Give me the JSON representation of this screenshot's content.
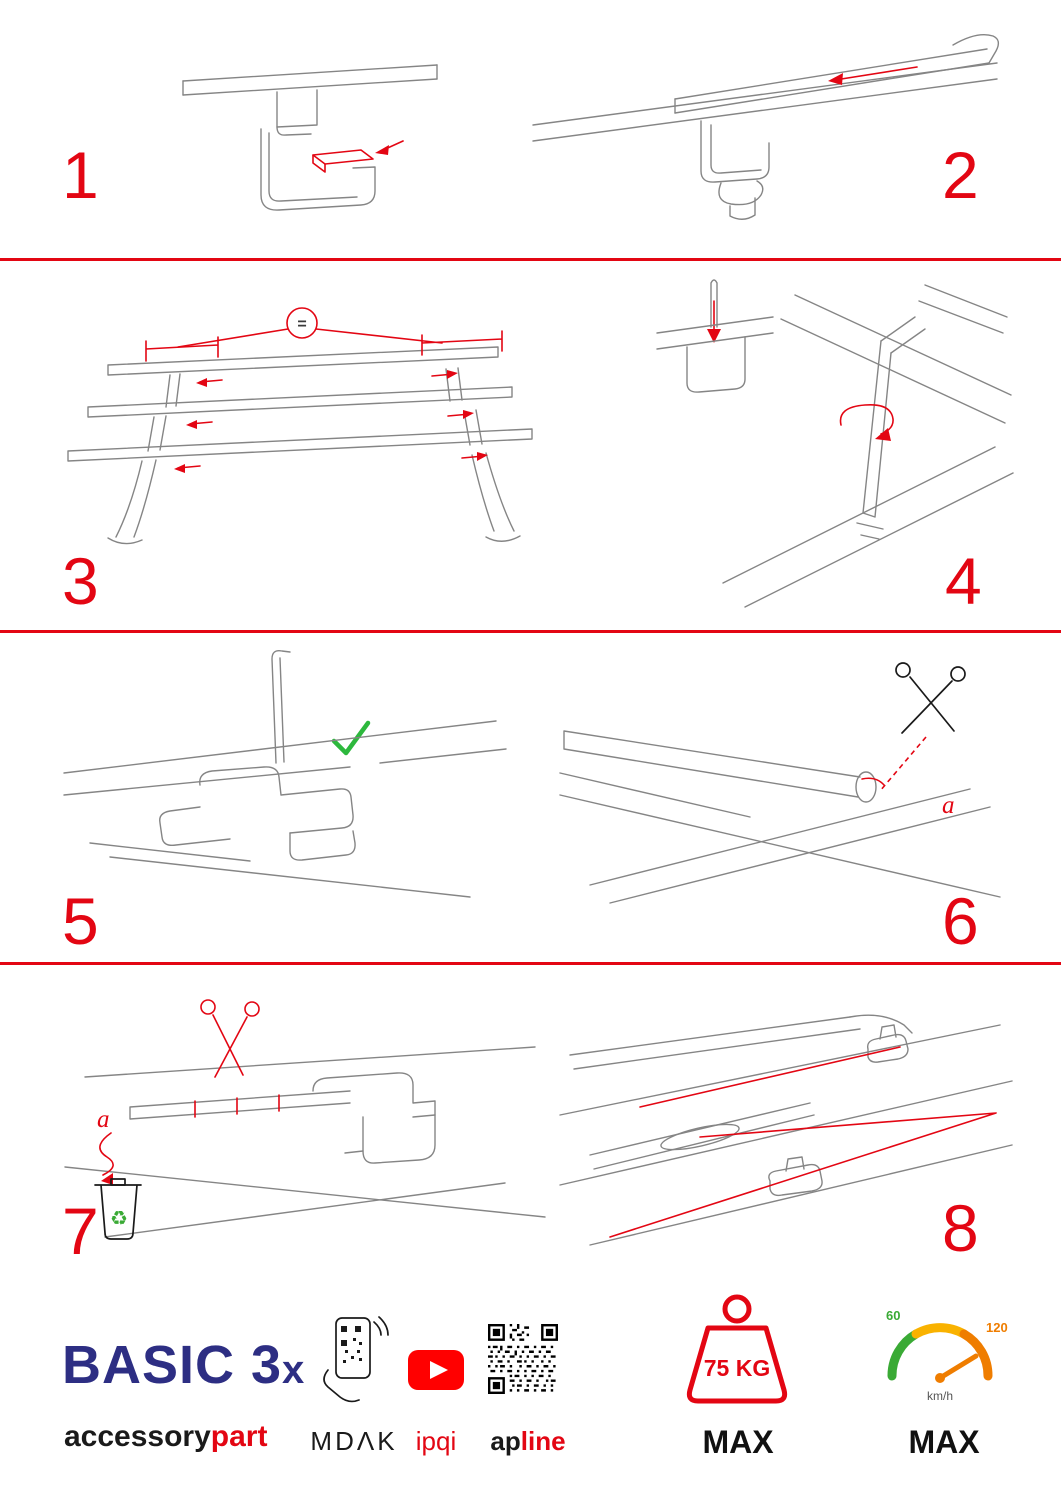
{
  "steps": [
    {
      "number": "1"
    },
    {
      "number": "2"
    },
    {
      "number": "3",
      "equal_label": "="
    },
    {
      "number": "4"
    },
    {
      "number": "5"
    },
    {
      "number": "6",
      "cut_label": "a"
    },
    {
      "number": "7",
      "cut_label": "a"
    },
    {
      "number": "8"
    }
  ],
  "footer": {
    "brand": {
      "title": "BASIC 3",
      "title_suffix": "x",
      "tagline_black": "accessory",
      "tagline_red": "part"
    },
    "partners": {
      "mdak": "MDΛK",
      "ipqi": "ipqi",
      "apline_black": "ap",
      "apline_red": "line"
    },
    "weight": {
      "value": "75 KG",
      "max_label": "MAX"
    },
    "speed": {
      "tick_low": "60",
      "tick_high": "120",
      "unit": "km/h",
      "max_label": "MAX"
    }
  },
  "icons": {
    "recycle": "♻"
  },
  "colors": {
    "accent_red": "#e30613",
    "brand_blue": "#2d2e83",
    "check_green": "#2db83d",
    "gauge_green": "#3aaa35",
    "gauge_orange": "#ef7d00",
    "youtube_red": "#ff0000"
  }
}
